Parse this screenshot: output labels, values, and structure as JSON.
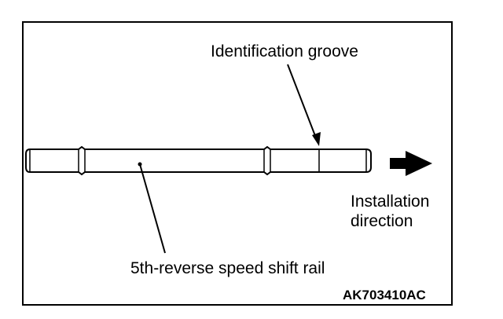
{
  "labels": {
    "identification_groove": "Identification groove",
    "installation_line1": "Installation",
    "installation_line2": "direction",
    "shift_rail": "5th-reverse speed shift rail",
    "figure_code": "AK703410AC"
  },
  "colors": {
    "line": "#000000",
    "background": "#ffffff"
  },
  "icons": {
    "direction_arrow": "arrow-right-icon"
  }
}
